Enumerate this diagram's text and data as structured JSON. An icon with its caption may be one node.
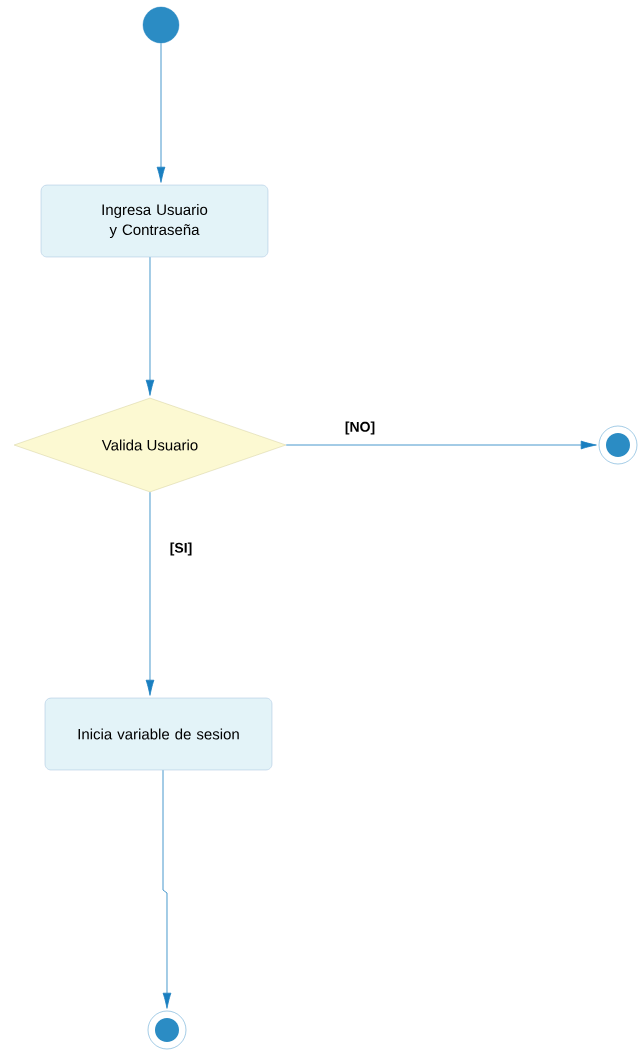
{
  "diagram": {
    "nodes": [
      {
        "text": [],
        "shape": "circle"
      },
      {
        "text": [
          "Ingresa Usuario y Contraseña"
        ]
      },
      {
        "text": [
          "Valida Usuario"
        ]
      },
      {
        "text": [],
        "shape": "circle"
      },
      {
        "text": [
          "Inicia variable de sesion"
        ]
      },
      {
        "text": [],
        "shape": "circle"
      }
    ],
    "edges": [
      {
        "from": 0,
        "to": 1,
        "arrow": "to"
      },
      {
        "from": 1,
        "to": 2,
        "arrow": "to"
      },
      {
        "from": 2,
        "to": 3,
        "arrow": "to",
        "label": "[NO]"
      },
      {
        "from": 2,
        "to": 4,
        "arrow": "to",
        "label": "[SI]"
      },
      {
        "from": 4,
        "to": 5,
        "arrow": "to"
      }
    ]
  }
}
